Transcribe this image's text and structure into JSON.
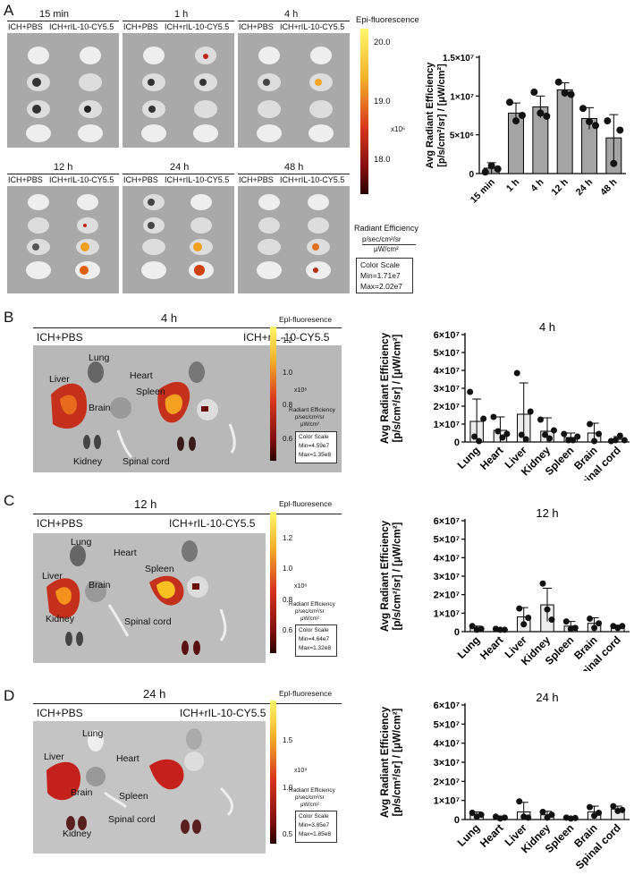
{
  "panel_labels": [
    "A",
    "B",
    "C",
    "D"
  ],
  "panelA": {
    "timepoints": [
      "15 min",
      "1 h",
      "4 h",
      "12 h",
      "24 h",
      "48 h"
    ],
    "group_left": "ICH+PBS",
    "group_right": "ICH+rIL-10-CY5.5",
    "scale_title": "Epi-fluorescence",
    "scale_ticks": [
      "20.0",
      "19.0",
      "18.0"
    ],
    "scale_multiplier": "x10⁶",
    "radiant_label": "Radiant Efficiency",
    "radiant_units_num": "p/sec/cm²/sr",
    "radiant_units_den": "μW/cm²",
    "color_scale": "Color Scale",
    "min": "Min=1.71e7",
    "max": "Max=2.02e7"
  },
  "panelB": {
    "title": "4 h",
    "group_left": "ICH+PBS",
    "group_right": "ICH+rIL-10-CY5.5",
    "organs": [
      "Lung",
      "Heart",
      "Liver",
      "Spleen",
      "Brain",
      "Kidney",
      "Spinal cord"
    ],
    "scale_title": "Epl-fluoresence",
    "scale_ticks": [
      "1.2",
      "1.0",
      "0.8",
      "0.6"
    ],
    "scale_multiplier": "x10⁸",
    "radiant_label": "Radiant Efficiency",
    "radiant_units_num": "p/sec/cm²/sr",
    "radiant_units_den": "μW/cm²",
    "color_scale": "Color Scale",
    "min": "Min=4.59e7",
    "max": "Max=1.35e8"
  },
  "panelC": {
    "title": "12 h",
    "group_left": "ICH+PBS",
    "group_right": "ICH+rIL-10-CY5.5",
    "organs": [
      "Lung",
      "Heart",
      "Spleen",
      "Liver",
      "Brain",
      "Kidney",
      "Spinal cord"
    ],
    "scale_title": "Epl-fluoresence",
    "scale_ticks": [
      "1.2",
      "1.0",
      "0.8",
      "0.6"
    ],
    "scale_multiplier": "x10⁸",
    "radiant_label": "Radiant Efficiency",
    "radiant_units_num": "p/sec/cm²/sr",
    "radiant_units_den": "μW/cm²",
    "color_scale": "Color Scale",
    "min": "Min=4.64e7",
    "max": "Max=1.32e8"
  },
  "panelD": {
    "title": "24 h",
    "group_left": "ICH+PBS",
    "group_right": "ICH+rIL-10-CY5.5",
    "organs": [
      "Lung",
      "Heart",
      "Liver",
      "Brain",
      "Spleen",
      "Kidney",
      "Spinal cord"
    ],
    "scale_title": "Epl-fluoresence",
    "scale_ticks": [
      "1.5",
      "1.0",
      "0.5"
    ],
    "scale_multiplier": "x10⁸",
    "radiant_label": "Radiant Efficiency",
    "radiant_units_num": "p/sec/cm²/sr",
    "radiant_units_den": "μW/cm²",
    "color_scale": "Color Scale",
    "min": "Min=3.85e7",
    "max": "Max=1.85e8"
  },
  "chart_data": [
    {
      "type": "bar",
      "id": "A",
      "title": "",
      "ylabel": "Avg Radiant Efficiency [p/s/cm²/sr] / [μW/cm²]",
      "categories": [
        "15 min",
        "1 h",
        "4 h",
        "12 h",
        "24 h",
        "48 h"
      ],
      "values": [
        700000,
        7800000,
        8600000,
        10800000,
        7100000,
        4600000
      ],
      "errors": [
        700000,
        1300000,
        1400000,
        900000,
        1400000,
        3000000
      ],
      "points": [
        [
          200000,
          1000000,
          600000
        ],
        [
          9200000,
          6800000,
          7500000
        ],
        [
          10500000,
          7800000,
          7400000
        ],
        [
          11800000,
          10400000,
          10200000
        ],
        [
          8400000,
          6700000,
          6200000
        ],
        [
          6800000,
          1300000,
          5600000
        ]
      ],
      "ylim": [
        0,
        15000000
      ],
      "yticks": [
        0,
        5000000,
        10000000,
        15000000
      ],
      "ytick_labels": [
        "0",
        "5×10⁶",
        "1×10⁷",
        "1.5×10⁷"
      ]
    },
    {
      "type": "bar",
      "id": "B",
      "title": "4 h",
      "ylabel": "Avg Radiant Efficiency [p/s/cm²/sr] / [μW/cm²]",
      "categories": [
        "Lung",
        "Heart",
        "Liver",
        "Kidney",
        "Spleen",
        "Brain",
        "Spinal cord"
      ],
      "values": [
        11500000,
        6500000,
        15500000,
        6000000,
        2500000,
        5000000,
        1500000
      ],
      "errors": [
        12500000,
        7500000,
        17500000,
        7500000,
        2500000,
        5500000,
        1500000
      ],
      "points": [
        [
          28000000,
          3000000,
          500000,
          13000000
        ],
        [
          14000000,
          6000000,
          2500000,
          4500000
        ],
        [
          38500000,
          4000000,
          1500000,
          17000000
        ],
        [
          12500000,
          4000000,
          2000000,
          6500000
        ],
        [
          4500000,
          1000000,
          1000000,
          3000000
        ],
        [
          10000000,
          500000,
          4500000
        ],
        [
          500000,
          1000000,
          3500000,
          1000000
        ]
      ],
      "ylim": [
        0,
        60000000
      ],
      "yticks": [
        0,
        10000000,
        20000000,
        30000000,
        40000000,
        50000000,
        60000000
      ],
      "ytick_labels": [
        "0",
        "1×10⁷",
        "2×10⁷",
        "3×10⁷",
        "4×10⁷",
        "5×10⁷",
        "6×10⁷"
      ]
    },
    {
      "type": "bar",
      "id": "C",
      "title": "12 h",
      "ylabel": "Avg Radiant Efficiency [p/s/cm²/sr] / [μW/cm²]",
      "categories": [
        "Lung",
        "Heart",
        "Liver",
        "Kidney",
        "Spleen",
        "Brain",
        "Spinal cord"
      ],
      "values": [
        1800000,
        1200000,
        8000000,
        14500000,
        3000000,
        4500000,
        2500000
      ],
      "errors": [
        1200000,
        500000,
        5000000,
        9000000,
        2500000,
        3000000,
        1000000
      ],
      "points": [
        [
          3000000,
          1000000,
          1500000
        ],
        [
          1500000,
          1000000,
          1000000
        ],
        [
          12500000,
          4000000,
          7500000
        ],
        [
          26000000,
          12000000,
          6500000
        ],
        [
          5500000,
          1500000,
          2000000
        ],
        [
          7000000,
          2000000,
          4500000
        ],
        [
          3000000,
          2000000,
          3000000
        ]
      ],
      "ylim": [
        0,
        60000000
      ],
      "yticks": [
        0,
        10000000,
        20000000,
        30000000,
        40000000,
        50000000,
        60000000
      ],
      "ytick_labels": [
        "0",
        "1×10⁷",
        "2×10⁷",
        "3×10⁷",
        "4×10⁷",
        "5×10⁷",
        "6×10⁷"
      ]
    },
    {
      "type": "bar",
      "id": "D",
      "title": "24 h",
      "ylabel": "Avg Radiant Efficiency [p/s/cm²/sr] / [μW/cm²]",
      "categories": [
        "Lung",
        "Heart",
        "Liver",
        "Kidney",
        "Spleen",
        "Brain",
        "Spinal cord"
      ],
      "values": [
        2500000,
        1000000,
        4000000,
        2500000,
        800000,
        4000000,
        5500000
      ],
      "errors": [
        1500000,
        800000,
        5000000,
        1800000,
        300000,
        3000000,
        1500000
      ],
      "points": [
        [
          3500000,
          1500000,
          2500000
        ],
        [
          1500000,
          500000,
          1000000
        ],
        [
          9500000,
          1500000,
          1000000
        ],
        [
          4000000,
          1000000,
          2500000
        ],
        [
          1000000,
          500000,
          800000
        ],
        [
          6500000,
          2000000,
          3500000
        ],
        [
          7000000,
          4500000,
          5000000
        ]
      ],
      "ylim": [
        0,
        60000000
      ],
      "yticks": [
        0,
        10000000,
        20000000,
        30000000,
        40000000,
        50000000,
        60000000
      ],
      "ytick_labels": [
        "0",
        "1×10⁷",
        "2×10⁷",
        "3×10⁷",
        "4×10⁷",
        "5×10⁷",
        "6×10⁷"
      ]
    }
  ]
}
